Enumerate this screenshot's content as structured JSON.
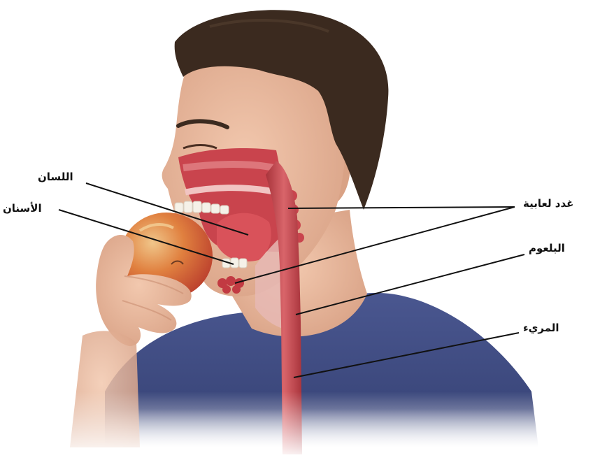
{
  "labels": {
    "tongue": "اللسان",
    "teeth": "الأسنان",
    "salivary_glands": "غدد لعابية",
    "pharynx": "البلعوم",
    "esophagus": "المريء"
  },
  "colors": {
    "shirt": "#3d4a7e",
    "skin": "#e7b79c",
    "hair": "#3b2a1f",
    "tissue": "#c9444d",
    "apple": "#cf5a3e",
    "leader_line": "#111111"
  }
}
